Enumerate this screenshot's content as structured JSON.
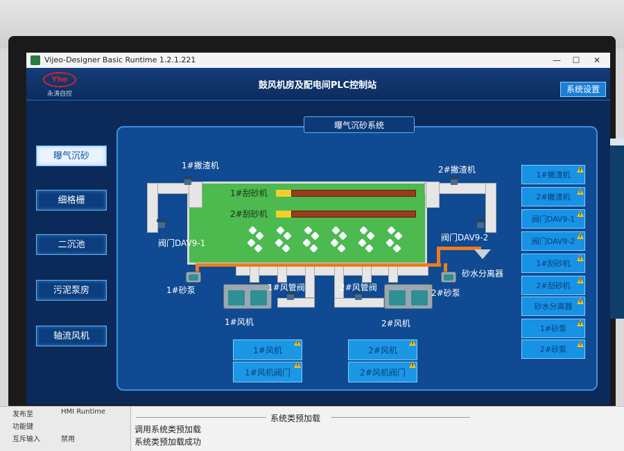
{
  "window": {
    "title": "Vijeo-Designer Basic Runtime 1.2.1.221",
    "minimize": "—",
    "maximize": "☐",
    "close": "✕"
  },
  "header": {
    "logo_mark": "Yhe",
    "logo_text": "永涛自控",
    "title": "鼓风机房及配电间PLC控制站",
    "settings_label": "系统设置"
  },
  "nav": {
    "items": [
      {
        "label": "曝气沉砂",
        "active": true
      },
      {
        "label": "细格栅",
        "active": false
      },
      {
        "label": "二沉池",
        "active": false
      },
      {
        "label": "污泥泵房",
        "active": false
      },
      {
        "label": "轴流风机",
        "active": false
      }
    ]
  },
  "panel": {
    "tab_label": "曝气沉砂系统"
  },
  "scene": {
    "skimmer1": "1#撇渣机",
    "skimmer2": "2#撇渣机",
    "scraper1": "1#刮砂机",
    "scraper2": "2#刮砂机",
    "valve1": "阀门DAV9-1",
    "valve2": "阀门DAV9-2",
    "separator": "砂水分离器",
    "sand_pump1": "1#砂泵",
    "sand_pump2": "2#砂泵",
    "air_valve1": "1#风管阀",
    "air_valve2": "2#风管阀",
    "blower1": "1#风机",
    "blower2": "2#风机"
  },
  "status_list": [
    "1#撇渣机",
    "2#撇渣机",
    "阀门DAV9-1",
    "阀门DAV9-2",
    "1#刮砂机",
    "2#刮砂机",
    "砂水分离器",
    "1#砂泵",
    "2#砂泵"
  ],
  "bottom_buttons": {
    "blower1": "1#风机",
    "blower1_valve": "1#风机阀门",
    "blower2": "2#风机",
    "blower2_valve": "2#风机阀门"
  },
  "console": {
    "props": [
      {
        "key": "发布至",
        "value": "HMI Runtime"
      },
      {
        "key": "功能键",
        "value": ""
      },
      {
        "key": "互斥输入",
        "value": "禁用"
      }
    ],
    "section": "系统类预加载",
    "lines": [
      "调用系统类预加载",
      "系统类预加载成功"
    ]
  },
  "colors": {
    "hmi_bg": "#0b2a5a",
    "panel": "#0f4a92",
    "tank_water": "#4cba4e",
    "pipe_orange": "#f07a1e",
    "status_button": "#1792e5",
    "warning": "#f7c21a"
  }
}
